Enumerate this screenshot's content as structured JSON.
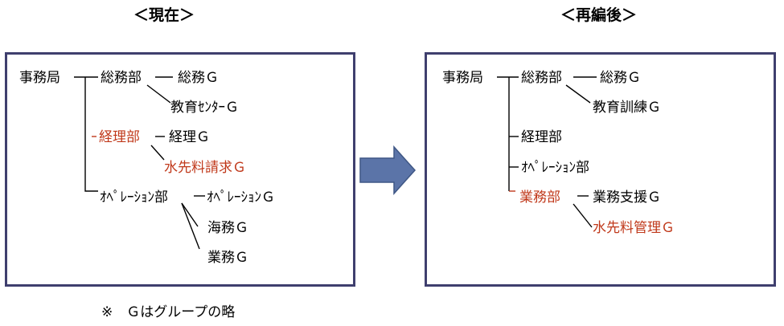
{
  "headings": {
    "current": "＜現在＞",
    "reorganized": "＜再編後＞"
  },
  "current": {
    "root": "事務局",
    "soumu_bu": "総務部",
    "soumu_g": "総務Ｇ",
    "kyouiku_center_g": "教育ｾﾝﾀｰＧ",
    "keiri_bu": "経理部",
    "keiri_g": "経理Ｇ",
    "suisenryo_seikyu_g": "水先料請求Ｇ",
    "operation_bu": "ｵﾍﾟﾚｰｼｮﾝ部",
    "operation_g": "ｵﾍﾟﾚｰｼｮﾝＧ",
    "kaimu_g": "海務Ｇ",
    "gyoumu_g": "業務Ｇ"
  },
  "reorganized": {
    "root": "事務局",
    "soumu_bu": "総務部",
    "soumu_g": "総務Ｇ",
    "kyouiku_kunren_g": "教育訓練Ｇ",
    "keiri_bu": "経理部",
    "operation_bu": "ｵﾍﾟﾚｰｼｮﾝ部",
    "gyoumu_bu": "業務部",
    "gyoumu_shien_g": "業務支援Ｇ",
    "suisenryo_kanri_g": "水先料管理Ｇ"
  },
  "note": "※　Ｇはグループの略",
  "colors": {
    "highlight": "#c0391b",
    "panel_border": "#3f3f6e",
    "arrow": "#5b74a8"
  }
}
